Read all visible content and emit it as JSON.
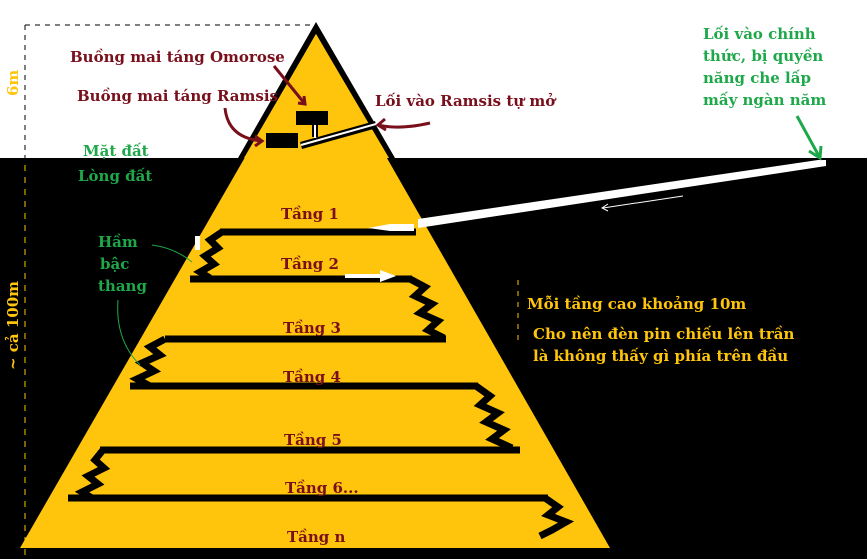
{
  "labels": {
    "omorose_chamber": "Buồng mai táng Omorose",
    "ramsis_chamber": "Buồng mai táng Ramsis",
    "ramsis_entrance": "Lối vào Ramsis tự mở",
    "official_entrance": [
      "Lối vào chính",
      "thức, bị quyền",
      "năng che lấp",
      "mấy ngàn năm"
    ],
    "surface": "Mặt đất",
    "underground": "Lòng đất",
    "stair_tunnel": [
      "Hầm",
      "bậc",
      "thang"
    ],
    "height_top": "6m",
    "height_bottom": "~ cả 100m",
    "floor_height": "Mỗi tầng cao khoảng 10m",
    "note": [
      "Cho nên đèn pin chiếu lên trần",
      "là không thấy gì phía trên đầu"
    ]
  },
  "floors": [
    "Tầng 1",
    "Tầng 2",
    "Tầng 3",
    "Tầng 4",
    "Tầng 5",
    "Tầng 6...",
    "Tầng n"
  ],
  "colors": {
    "pyramid": "#ffc40c",
    "ground": "#000000",
    "label_red": "#7a0f1c",
    "label_green": "#1fa84a"
  }
}
